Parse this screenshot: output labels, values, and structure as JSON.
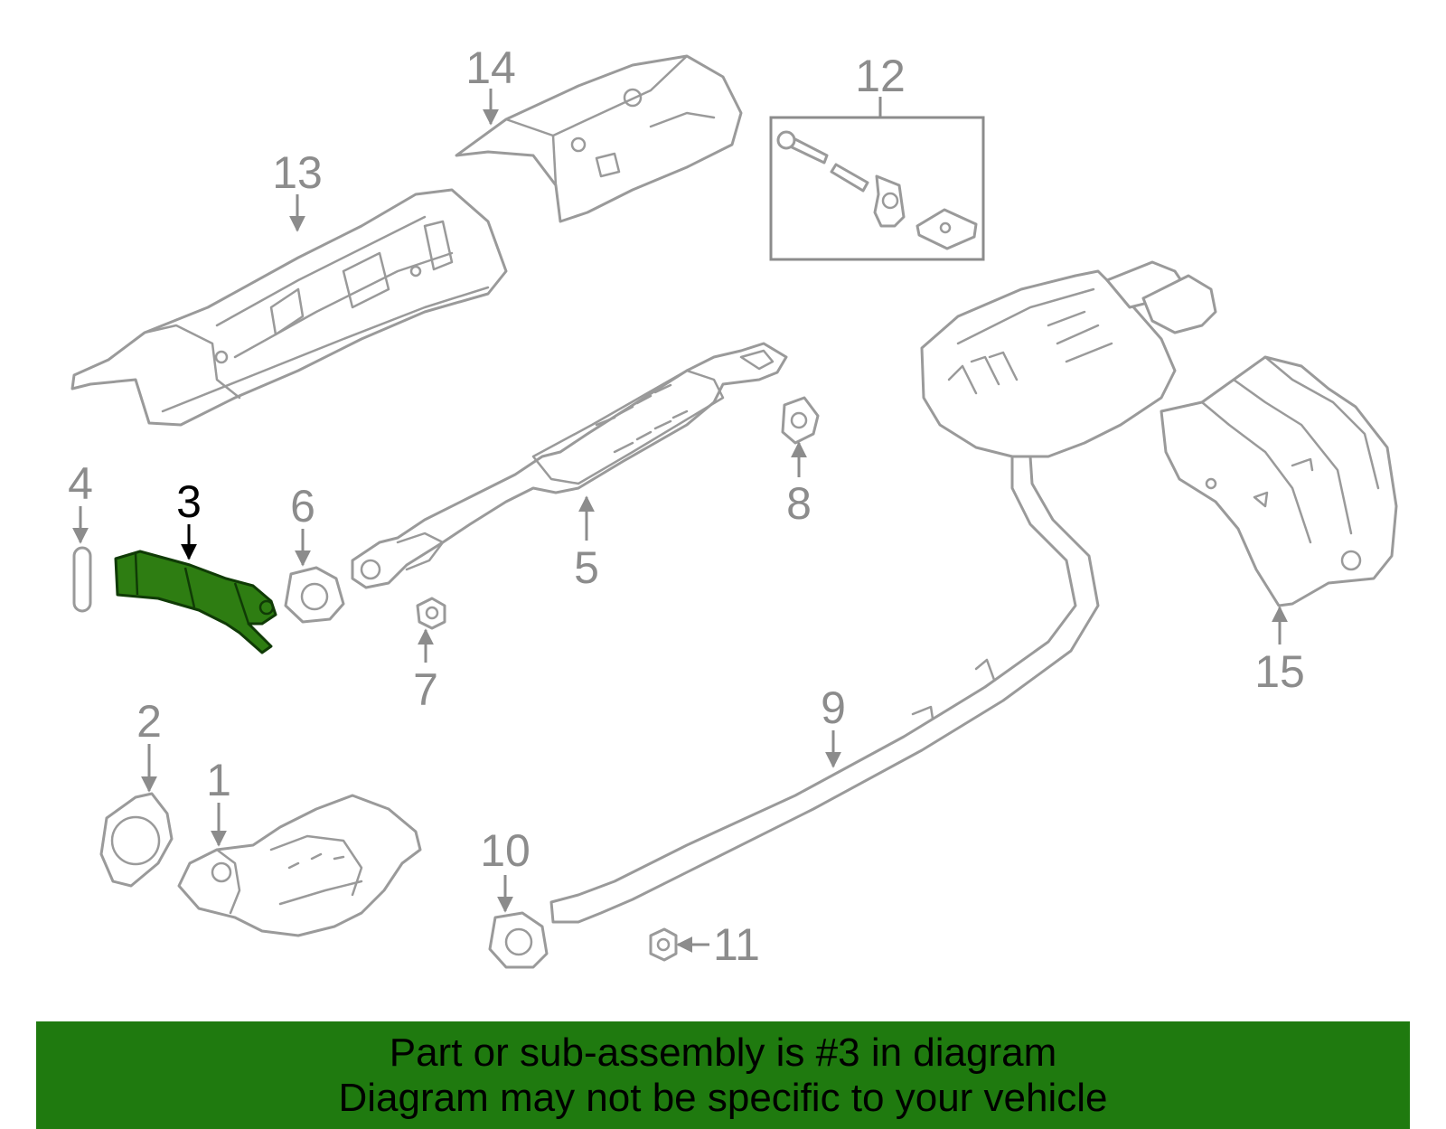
{
  "diagram": {
    "callouts": [
      "1",
      "2",
      "3",
      "4",
      "5",
      "6",
      "7",
      "8",
      "9",
      "10",
      "11",
      "12",
      "13",
      "14",
      "15"
    ],
    "highlighted_part": "3",
    "highlight_color": "#2e7d12",
    "part_color": "#9a9a9a"
  },
  "banner": {
    "line1": "Part or sub-assembly is #3 in diagram",
    "line2": "Diagram may not be specific to your vehicle",
    "color": "#1f7a0f"
  }
}
